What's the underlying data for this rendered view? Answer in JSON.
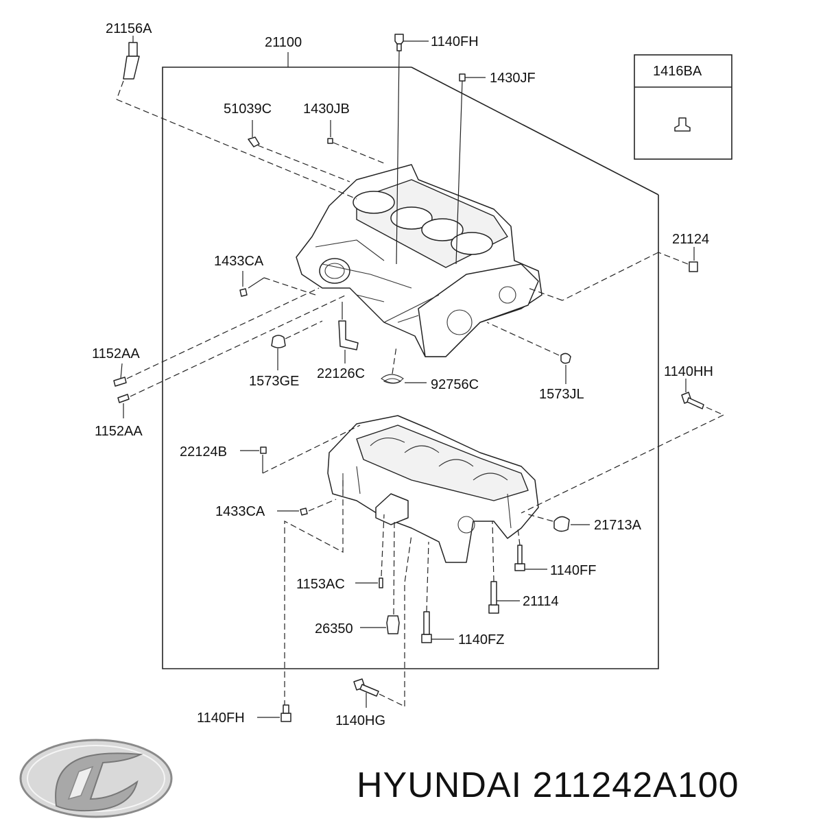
{
  "labels": {
    "p21156A": "21156A",
    "p21100": "21100",
    "p1140FH_top": "1140FH",
    "p1430JF": "1430JF",
    "p1416BA": "1416BA",
    "p51039C": "51039C",
    "p1430JB": "1430JB",
    "p21124": "21124",
    "p1433CA_top": "1433CA",
    "p1152AA_a": "1152AA",
    "p1152AA_b": "1152AA",
    "p1573GE": "1573GE",
    "p22126C": "22126C",
    "p92756C": "92756C",
    "p1573JL": "1573JL",
    "p1140HH": "1140HH",
    "p22124B": "22124B",
    "p1433CA_low": "1433CA",
    "p21713A": "21713A",
    "p1140FF": "1140FF",
    "p1153AC": "1153AC",
    "p21114": "21114",
    "p26350": "26350",
    "p1140FZ": "1140FZ",
    "p1140FH_bottom": "1140FH",
    "p1140HG": "1140HG"
  },
  "footer": {
    "brand_text": "HYUNDAI 211242A100",
    "logo_icon": "hyundai-logo-icon"
  }
}
